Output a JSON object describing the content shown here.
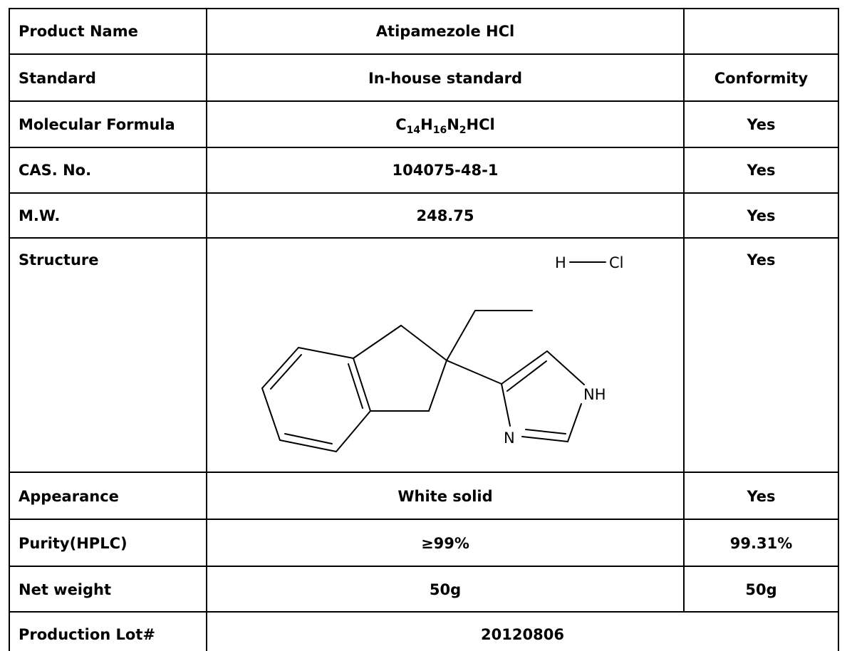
{
  "rows": [
    {
      "label": "Product Name",
      "spec": "Atipamezole HCl",
      "result": ""
    },
    {
      "label": "Standard",
      "spec": "In-house standard",
      "result": "Conformity"
    },
    {
      "label": "Molecular Formula",
      "spec": "C14H16N2HCl",
      "result": "Yes"
    },
    {
      "label": "CAS. No.",
      "spec": "104075-48-1",
      "result": "Yes"
    },
    {
      "label": "M.W.",
      "spec": "248.75",
      "result": "Yes"
    },
    {
      "label": "Structure",
      "spec": "",
      "result": "Yes"
    },
    {
      "label": "Appearance",
      "spec": "White solid",
      "result": "Yes"
    },
    {
      "label": "Purity(HPLC)",
      "spec": "≥99%",
      "result": "99.31%"
    },
    {
      "label": "Net weight",
      "spec": "50g",
      "result": "50g"
    },
    {
      "label": "Production Lot#",
      "spec": "20120806",
      "result": ""
    }
  ],
  "formula_parts": {
    "c": "C",
    "c_n": "14",
    "h": "H",
    "h_n": "16",
    "n": "N",
    "n_n": "2",
    "rest": "HCl"
  },
  "structure_labels": {
    "h": "H",
    "cl": "Cl",
    "nh": "NH",
    "n": "N"
  }
}
